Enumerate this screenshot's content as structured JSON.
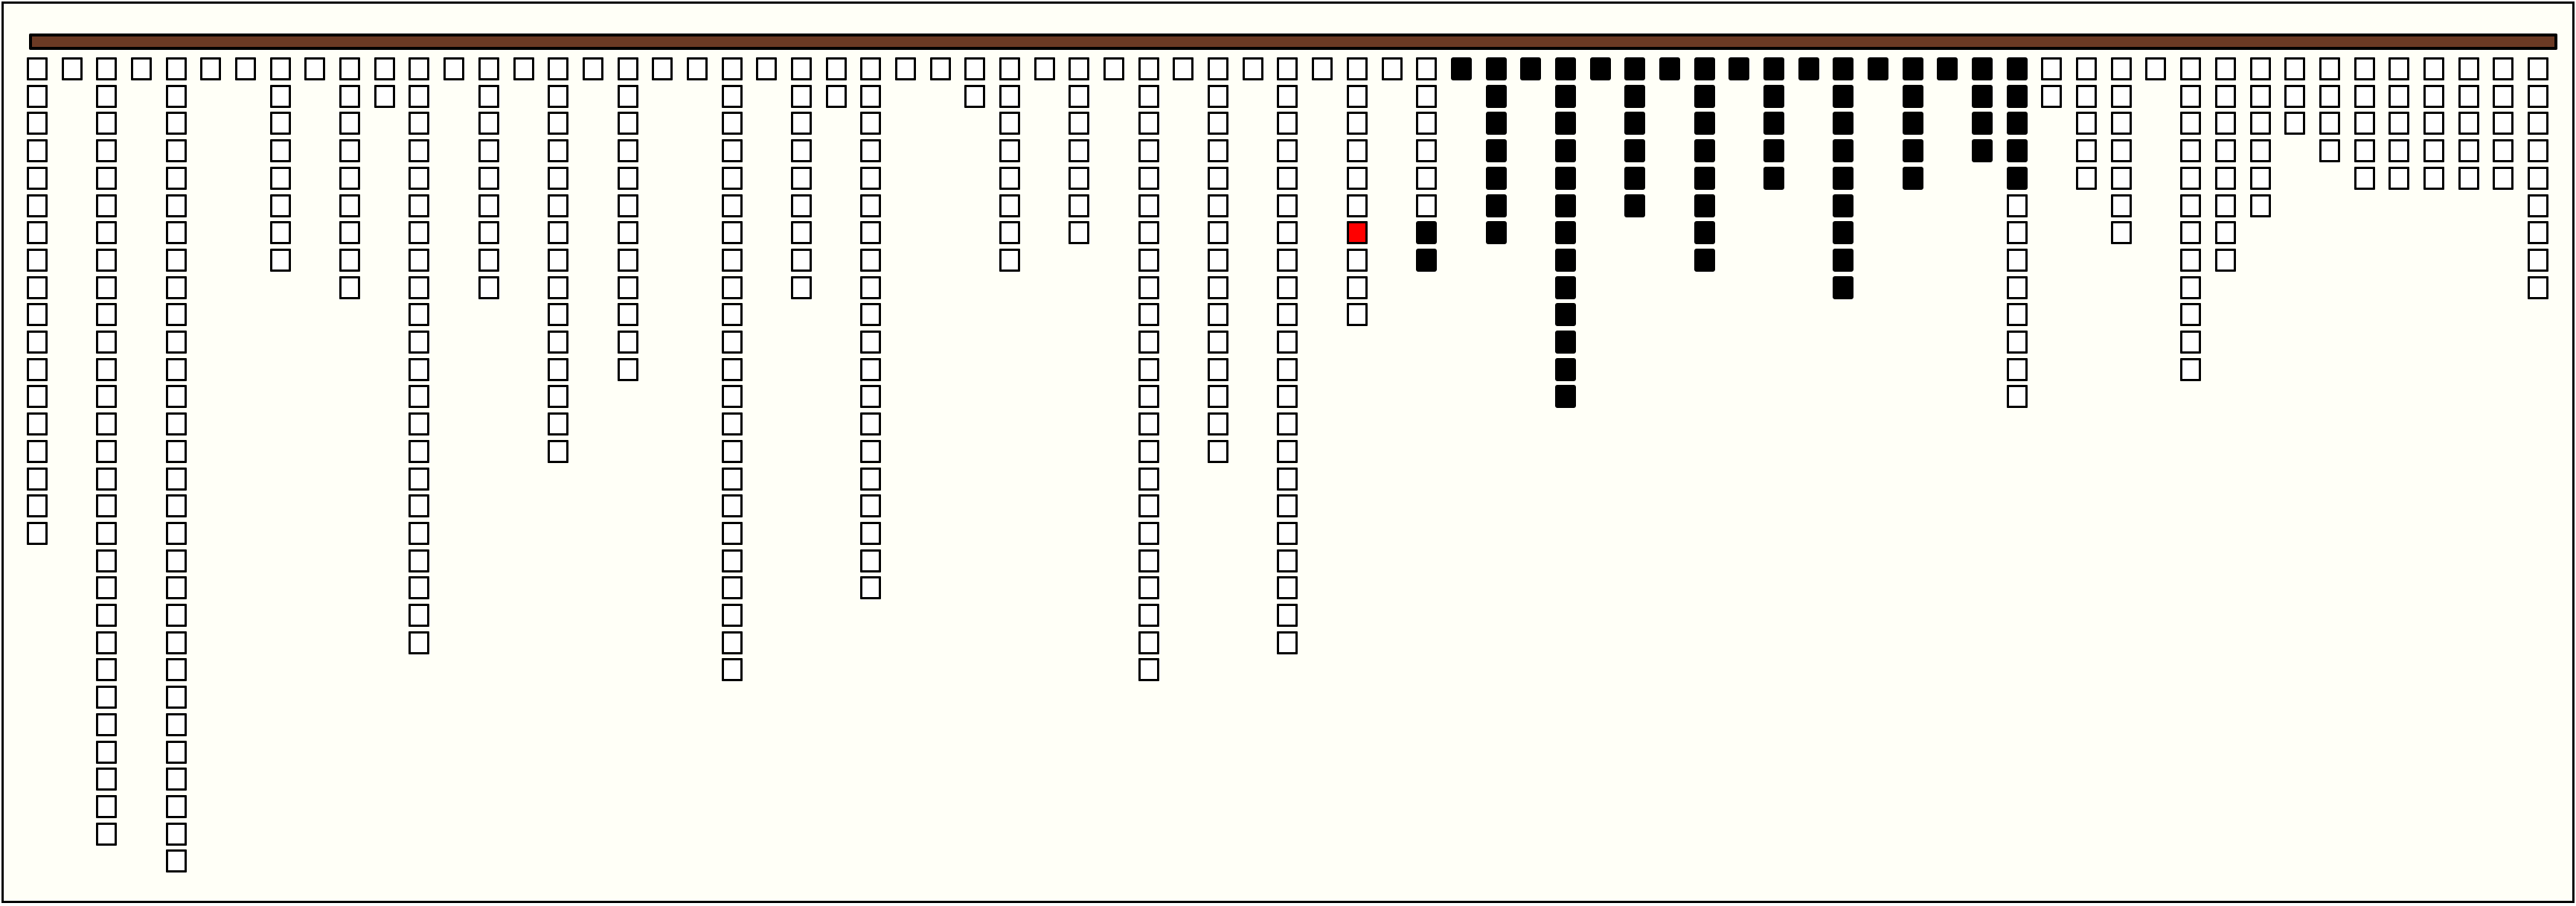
{
  "colors": {
    "wall": "#6b3a24",
    "empty": "#ffffff",
    "filled": "#000000",
    "highlight": "#ff0000",
    "background": "#fffff7"
  },
  "legend": {
    "w": "empty-cell",
    "b": "filled-cell",
    "r": "highlighted-cell"
  },
  "columns": [
    "wwwwwwwwwwwwwwwwww",
    "w",
    "wwwwwwwwwwwwwwwwwwwwwwwwwwwww",
    "w",
    "wwwwwwwwwwwwwwwwwwwwwwwwwwwwww",
    "w",
    "w",
    "wwwwwwww",
    "w",
    "wwwwwwwww",
    "ww",
    "wwwwwwwwwwwwwwwwwwwwww",
    "w",
    "wwwwwwwww",
    "w",
    "wwwwwwwwwwwwwww",
    "w",
    "wwwwwwwwwwww",
    "w",
    "w",
    "wwwwwwwwwwwwwwwwwwwwwww",
    "w",
    "wwwwwwwww",
    "ww",
    "wwwwwwwwwwwwwwwwwwww",
    "w",
    "w",
    "ww",
    "wwwwwwww",
    "w",
    "wwwwwww",
    "w",
    "wwwwwwwwwwwwwwwwwwwwwww",
    "w",
    "wwwwwwwwwwwwwww",
    "w",
    "wwwwwwwwwwwwwwwwwwwwww",
    "w",
    "wwwwwwrwww",
    "w",
    "wwwwwwbb",
    "b",
    "bbbbbbb",
    "b",
    "bbbbbbbbbbbbb",
    "b",
    "bbbbbb",
    "b",
    "bbbbbbbb",
    "b",
    "bbbbb",
    "b",
    "bbbbbbbbb",
    "b",
    "bbbbb",
    "b",
    "bbbb",
    "bbbbbwwwwwwww",
    "ww",
    "wwwww",
    "wwwwwww",
    "w",
    "wwwwwwwwwwww",
    "wwwwwwww",
    "wwwwww",
    "www",
    "wwww",
    "wwwww",
    "wwwww",
    "wwwww",
    "wwwww",
    "wwwww",
    "wwwwwwwww"
  ]
}
